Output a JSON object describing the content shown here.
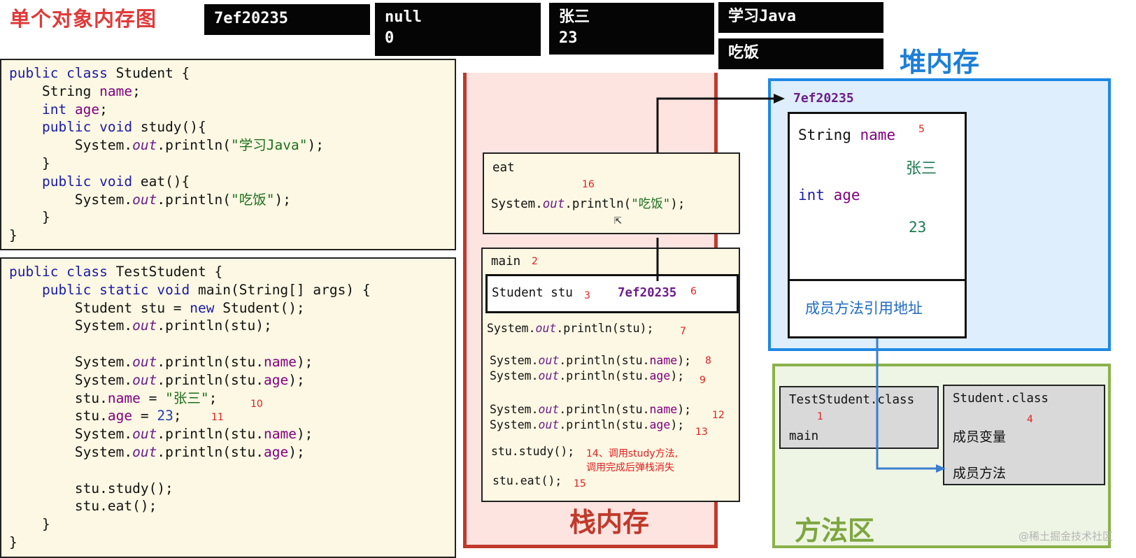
{
  "title": "单个对象内存图",
  "top_boxes": {
    "addr": "7ef20235",
    "name_initial": "null",
    "age_initial": "0",
    "name_value": "张三",
    "age_value": "23",
    "study_output": "学习Java",
    "eat_output": "吃饭"
  },
  "student_code": {
    "l1_kw": "public class",
    "l1_rest": " Student {",
    "l2_type": "String ",
    "l2_field": "name",
    "l3_kw": "int ",
    "l3_field": "age",
    "l4_kw": "public void",
    "l4_rest": " study(){",
    "l5_a": "System.",
    "l5_out": "out",
    "l5_b": ".println(",
    "l5_str": "\"学习Java\"",
    "l5_c": ");",
    "l6": "}",
    "l7_kw": "public void",
    "l7_rest": " eat(){",
    "l8_a": "System.",
    "l8_out": "out",
    "l8_b": ".println(",
    "l8_str": "\"吃饭\"",
    "l8_c": ");",
    "l9": "}",
    "l10": "}"
  },
  "test_code": {
    "l1_kw": "public class",
    "l1_rest": " TestStudent {",
    "l2_kw": "public static void",
    "l2_rest": " main(String[] args) {",
    "l3_a": "Student stu = ",
    "l3_kw": "new",
    "l3_b": " Student();",
    "p1_a": "System.",
    "p1_out": "out",
    "p1_b": ".println(stu);",
    "p2_a": "System.",
    "p2_out": "out",
    "p2_b": ".println(stu.",
    "p2_f": "name",
    "p2_c": ");",
    "p3_a": "System.",
    "p3_out": "out",
    "p3_b": ".println(stu.",
    "p3_f": "age",
    "p3_c": ");",
    "a1_a": "stu.",
    "a1_f": "name",
    "a1_b": " = ",
    "a1_str": "\"张三\"",
    "a1_c": ";",
    "a2_a": "stu.",
    "a2_f": "age",
    "a2_b": " = ",
    "a2_num": "23",
    "a2_c": ";",
    "p4_a": "System.",
    "p4_out": "out",
    "p4_b": ".println(stu.",
    "p4_f": "name",
    "p4_c": ");",
    "p5_a": "System.",
    "p5_out": "out",
    "p5_b": ".println(stu.",
    "p5_f": "age",
    "p5_c": ");",
    "study": "stu.study();",
    "eat": "stu.eat();",
    "close1": "}",
    "close2": "}"
  },
  "code_steps": {
    "s10": "10",
    "s11": "11"
  },
  "stack": {
    "label": "栈内存",
    "eat_frame": {
      "name": "eat",
      "step": "16",
      "a": "System.",
      "out": "out",
      "b": ".println(",
      "str": "\"吃饭\"",
      "c": ");"
    },
    "main_frame": {
      "name": "main",
      "step": "2",
      "var_label": "Student stu",
      "var_step": "3",
      "var_value": "7ef20235",
      "value_step": "6",
      "stmt1": {
        "a": "System.",
        "out": "out",
        "b": ".println(stu);",
        "step": "7"
      },
      "stmt2": {
        "a": "System.",
        "out": "out",
        "b": ".println(stu.",
        "f": "name",
        "c": ");",
        "step": "8"
      },
      "stmt3": {
        "a": "System.",
        "out": "out",
        "b": ".println(stu.",
        "f": "age",
        "c": ");",
        "step": "9"
      },
      "stmt4": {
        "a": "System.",
        "out": "out",
        "b": ".println(stu.",
        "f": "name",
        "c": ");",
        "step": "12"
      },
      "stmt5": {
        "a": "System.",
        "out": "out",
        "b": ".println(stu.",
        "f": "age",
        "c": ");",
        "step": "13"
      },
      "study": "stu.study();",
      "study_note_1": "14、调用study方法,",
      "study_note_2": "调用完成后弹栈消失",
      "eat": "stu.eat();",
      "eat_step": "15"
    }
  },
  "heap": {
    "label": "堆内存",
    "address": "7ef20235",
    "name_type": "String ",
    "name_field": "name",
    "name_step": "5",
    "name_value": "张三",
    "age_type": "int ",
    "age_field": "age",
    "age_value": "23",
    "methods_ref": "成员方法引用地址"
  },
  "method_area": {
    "label": "方法区",
    "test_class": "TestStudent.class",
    "test_step": "1",
    "test_main": "main",
    "student_class": "Student.class",
    "student_step": "4",
    "member_vars": "成员变量",
    "member_methods": "成员方法"
  },
  "watermark": "@稀土掘金技术社区",
  "colors": {
    "title": "#e03a3a",
    "stack_border": "#c0392b",
    "heap_border": "#1e88e5",
    "method_border": "#8bb14a",
    "arrow_blue": "#3a7fd0",
    "keyword": "#1a1aa6",
    "field": "#800080",
    "string": "#1d6f1d"
  }
}
